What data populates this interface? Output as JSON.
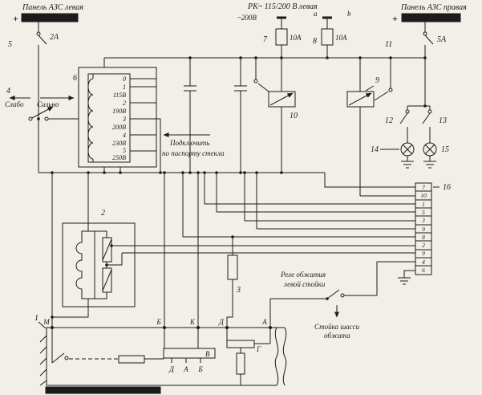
{
  "colors": {
    "bg": "#f2efe9",
    "ink": "#1b1b1b"
  },
  "top_left_panel": {
    "title": "Панель АЗС левая",
    "plus": "+",
    "breaker_num": "5",
    "breaker_rating": "2А"
  },
  "rk_box": {
    "title": "РК~ 115/200 В левая",
    "voltage": "~200В",
    "phase_a": "a",
    "phase_b": "b",
    "fuse_left_num": "7",
    "fuse_left_rating": "10А",
    "fuse_right_num": "8",
    "fuse_right_rating": "10А"
  },
  "top_right_panel": {
    "title": "Панель АЗС правая",
    "plus": "+",
    "breaker_num": "11",
    "breaker_rating": "5А"
  },
  "transformer": {
    "num": "6",
    "taps": [
      "0",
      "1",
      "115В",
      "2",
      "190В",
      "3",
      "200В",
      "4",
      "230В",
      "5",
      "250В"
    ]
  },
  "intensity_control": {
    "num": "4",
    "weak_label": "Слабо",
    "strong_label": "Сильно"
  },
  "note": {
    "line1": "Подключить",
    "line2": "по паспорту стекла"
  },
  "relay_10": {
    "num": "10"
  },
  "relay_9": {
    "num": "9"
  },
  "right_switches": {
    "s12": "12",
    "s13": "13"
  },
  "lamps": {
    "l14": "14",
    "l15": "15"
  },
  "connector_16": {
    "num": "16",
    "pins": [
      "7",
      "10",
      "1",
      "5",
      "3",
      "9",
      "8",
      "2",
      "9",
      "4",
      "6"
    ]
  },
  "heater_2": {
    "num": "2"
  },
  "resistor_3": {
    "num": "3"
  },
  "strut_relay": {
    "caption_line1": "Реле обжатия",
    "caption_line2": "левой стойки"
  },
  "strut_state": {
    "line1": "Стойка шасси",
    "line2": "обжата"
  },
  "bottom_panel": {
    "num": "1",
    "terminals": [
      "М",
      "Б",
      "К",
      "Д",
      "А"
    ],
    "sub_labels": [
      "Д",
      "А",
      "Б"
    ],
    "label_v": "В",
    "label_g": "Г"
  }
}
